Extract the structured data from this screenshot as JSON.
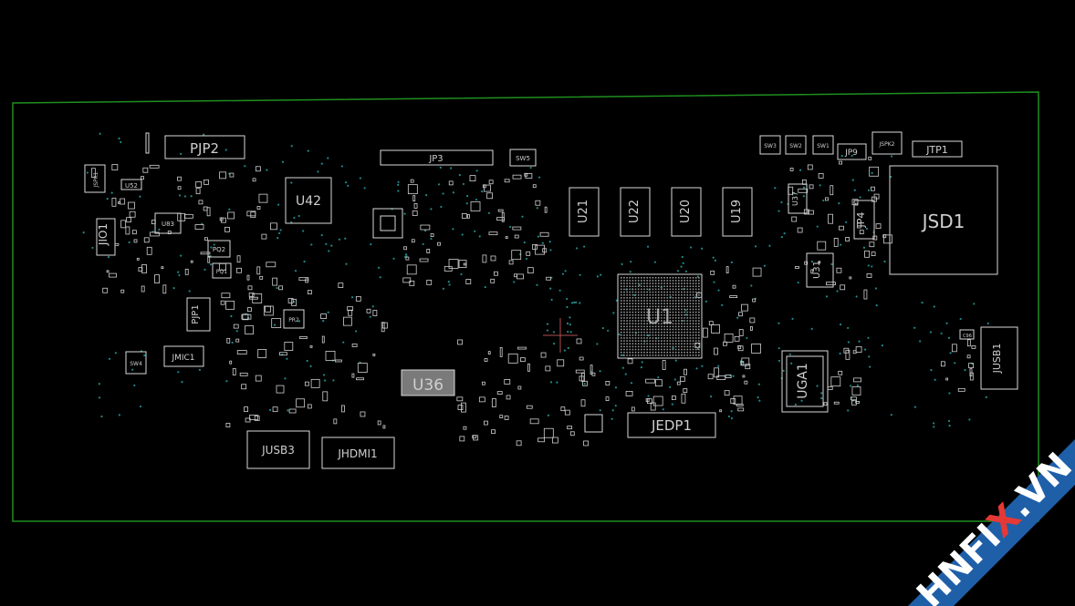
{
  "colors": {
    "background": "#000000",
    "board_outline": "#1f8f1f",
    "silkscreen": "#d8d8d8",
    "via": "#1f8a8a",
    "watermark_band": "#1f5fa8",
    "watermark_text": "#ffffff",
    "watermark_accent": "#e53935"
  },
  "components": {
    "PJP2": "PJP2",
    "JSPK1": "JSPK1",
    "U52": "U52",
    "U83": "U83",
    "JIO1": "JIO1",
    "PQ2": "PQ2",
    "PQ1": "PQ1",
    "U42": "U42",
    "JP3": "JP3",
    "SW5": "SW5",
    "U21": "U21",
    "U22": "U22",
    "U20": "U20",
    "U19": "U19",
    "SW3": "SW3",
    "SW2": "SW2",
    "SW1": "SW1",
    "JP9": "JP9",
    "JSPK2": "JSPK2",
    "JTP1": "JTP1",
    "U37": "U37",
    "JP4": "JP4",
    "JSD1": "JSD1",
    "U31": "U31",
    "PJP1": "PJP1",
    "PR2": "PR2",
    "U1": "U1",
    "SW4": "SW4",
    "JMIC1": "JMIC1",
    "U36": "U36",
    "JEDP1": "JEDP1",
    "UGA1": "UGA1",
    "JUSB1": "JUSB1",
    "JUSB3": "JUSB3",
    "JHDMI1": "JHDMI1",
    "C96": "C96"
  },
  "watermark": {
    "part1": "HNF",
    "part2": "I",
    "part3": "X",
    "part4": ".VN"
  }
}
